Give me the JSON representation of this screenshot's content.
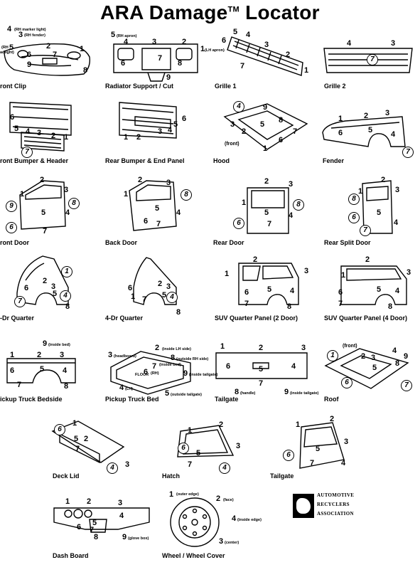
{
  "title": {
    "main": "ARA Damage",
    "tm": "TM",
    "suffix": "Locator"
  },
  "panels": [
    {
      "caption": "ront Clip"
    },
    {
      "caption": "Radiator Support / Cut"
    },
    {
      "caption": "Grille 1"
    },
    {
      "caption": "Grille 2"
    },
    {
      "caption": "ront Bumper & Header"
    },
    {
      "caption": "Rear Bumper & End Panel"
    },
    {
      "caption": "Hood"
    },
    {
      "caption": "Fender"
    },
    {
      "caption": "ront Door"
    },
    {
      "caption": "Back Door"
    },
    {
      "caption": "Rear Door"
    },
    {
      "caption": "Rear Split Door"
    },
    {
      "caption": "-Dr Quarter"
    },
    {
      "caption": "4-Dr Quarter"
    },
    {
      "caption": "SUV Quarter Panel (2 Door)"
    },
    {
      "caption": "SUV Quarter Panel (4 Door)"
    },
    {
      "caption": "ickup Truck Bedside"
    },
    {
      "caption": "Pickup Truck Bed"
    },
    {
      "caption": "Tailgate"
    },
    {
      "caption": "Roof"
    },
    {
      "caption": "Deck Lid"
    },
    {
      "caption": "Hatch"
    },
    {
      "caption": "Tailgate"
    },
    {
      "caption": "Dash Board"
    },
    {
      "caption": "Wheel / Wheel Cover"
    }
  ],
  "notes": {
    "rh_marker_light": "(RH marker light)",
    "rh_fender": "(RH fender)",
    "rh_headlight_a": "(RH",
    "rh_headlight_b": "adlight)",
    "rh_apron": "(RH apron)",
    "lh_apron": "(LH apron)",
    "front": "(front)",
    "inside_bed": "(inside bed)",
    "headboard": "(headboard)",
    "inside_lh_side": "(inside LH side)",
    "outside_rh_side": "(outside RH side)",
    "inside_bed_short": "(inside bed)",
    "rh": "(RH)",
    "floor": "FLOOR",
    "inside_tailgate": "(inside tailgate)",
    "lh": "(LH)",
    "outside_tailgate": "(outside tailgate)",
    "handle": "(handle)",
    "inside_tailgate_2": "(inside tailgate)",
    "roof_front": "(front)",
    "outer_edge": "(outer edge)",
    "face": "(face)",
    "inside_edge": "(inside edge)",
    "center": "(center)",
    "glove_box": "(glove box)"
  },
  "logo": {
    "line1": "AUTOMOTIVE",
    "line2": "RECYCLERS",
    "line3": "ASSOCIATION"
  }
}
